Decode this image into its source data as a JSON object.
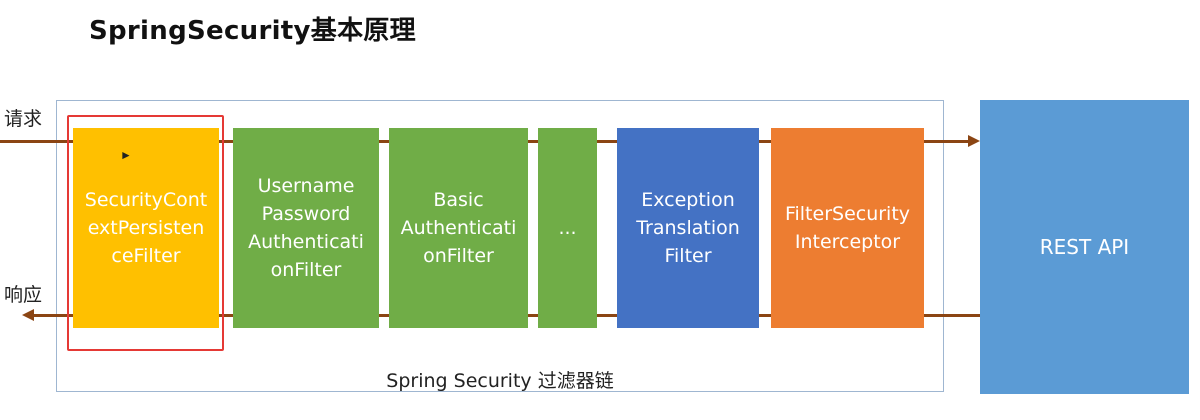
{
  "title": "SpringSecurity基本原理",
  "labels": {
    "request": "请求",
    "response": "响应",
    "chain_caption": "Spring Security 过滤器链"
  },
  "filters": [
    {
      "text": "SecurityCont\nextPersisten\nceFilter",
      "color": "#ffc000"
    },
    {
      "text": "Username\nPassword\nAuthenticati\nonFilter",
      "color": "#70ad47"
    },
    {
      "text": "Basic\nAuthenticati\nonFilter",
      "color": "#70ad47"
    },
    {
      "text": "...",
      "color": "#70ad47"
    },
    {
      "text": "Exception\nTranslation\nFilter",
      "color": "#4472c4"
    },
    {
      "text": "FilterSecurity\nInterceptor",
      "color": "#ed7d31"
    }
  ],
  "rest_api": {
    "text": "REST API",
    "color": "#5b9bd5"
  },
  "colors": {
    "arrow": "#8b4513",
    "frame_border": "#9fb6d1",
    "highlight": "#e53935"
  }
}
